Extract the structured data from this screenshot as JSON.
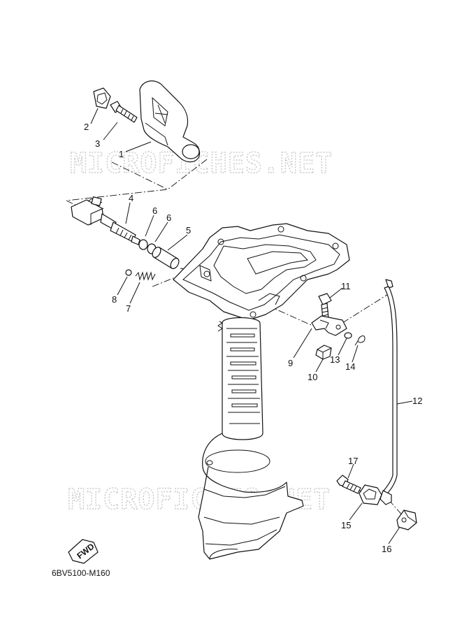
{
  "watermark": "MICROFICHES.NET",
  "diagram_code": "6BV5100-M160",
  "fwd_label": "FWD",
  "callouts": [
    {
      "id": "1",
      "text": "1"
    },
    {
      "id": "2",
      "text": "2"
    },
    {
      "id": "3",
      "text": "3"
    },
    {
      "id": "4",
      "text": "4"
    },
    {
      "id": "5",
      "text": "5"
    },
    {
      "id": "6a",
      "text": "6"
    },
    {
      "id": "6b",
      "text": "6"
    },
    {
      "id": "7",
      "text": "7"
    },
    {
      "id": "8",
      "text": "8"
    },
    {
      "id": "9",
      "text": "9"
    },
    {
      "id": "10",
      "text": "10"
    },
    {
      "id": "11",
      "text": "11"
    },
    {
      "id": "12",
      "text": "12"
    },
    {
      "id": "13",
      "text": "13"
    },
    {
      "id": "14",
      "text": "14"
    },
    {
      "id": "15",
      "text": "15"
    },
    {
      "id": "16",
      "text": "16"
    },
    {
      "id": "17",
      "text": "17"
    }
  ]
}
